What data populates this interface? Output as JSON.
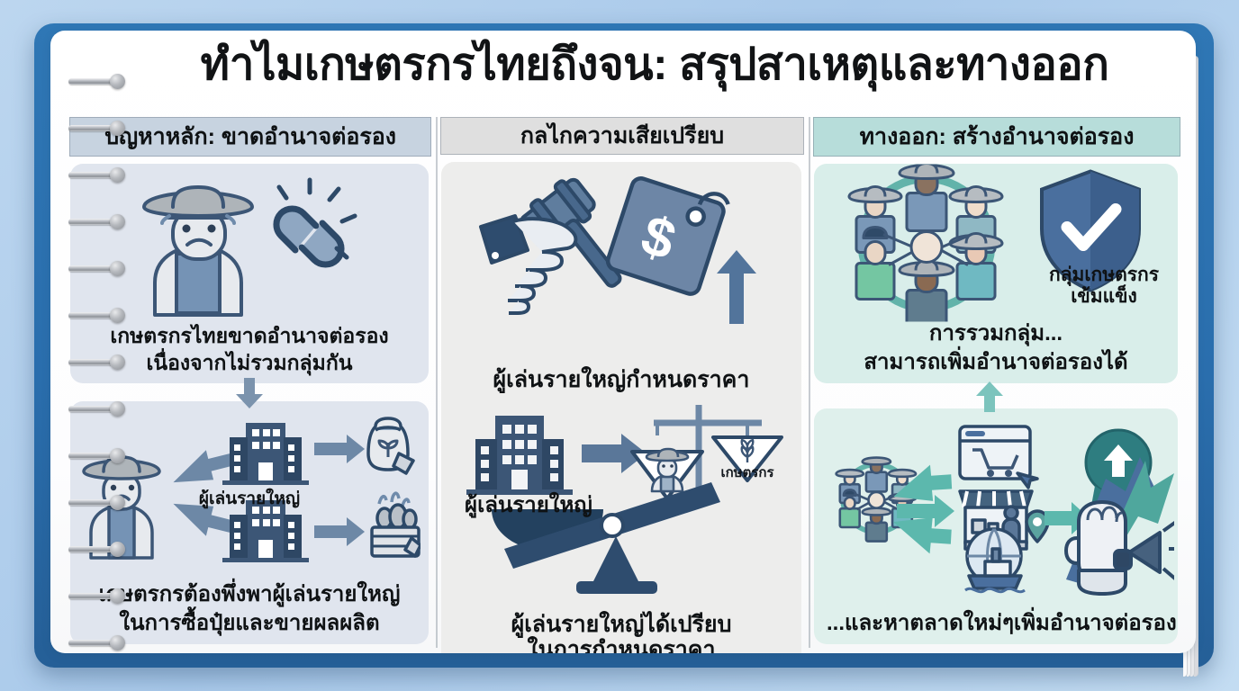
{
  "title": "ทำไมเกษตรกรไทยถึงจน: สรุปสาเหตุและทางออก",
  "columns": [
    {
      "id": "problem",
      "header": "ปัญหาหลัก: ขาดอำนาจต่อรอง",
      "header_color": "#c7d3e0",
      "cards": [
        {
          "id": "no-bargaining-power",
          "caption_line1": "เกษตรกรไทยขาดอำนาจต่อรอง",
          "caption_line2": "เนื่องจากไม่รวมกลุ่มกัน",
          "icons": [
            "sad-farmer-icon",
            "broken-chain-icon"
          ],
          "bg": "#e0e5ee"
        },
        {
          "id": "dependency-on-big-players",
          "caption_line1": "เกษตรกรต้องพึ่งพาผู้เล่นรายใหญ่",
          "caption_line2": "ในการซื้อปุ๋ยและขายผลผลิต",
          "inline_label": "ผู้เล่นรายใหญ่",
          "icons": [
            "farmer-icon",
            "arrow-icon",
            "corporate-building-icon",
            "fertilizer-bag-icon",
            "produce-crate-icon"
          ],
          "bg": "#e0e5ee"
        }
      ],
      "connector": "down-arrow-icon"
    },
    {
      "id": "mechanism",
      "header": "กลไกความเสียเปรียบ",
      "header_color": "#dfdfdf",
      "cards": [
        {
          "id": "price-setting",
          "caption_line1": "ผู้เล่นรายใหญ่กำหนดราคา",
          "caption_line2": "",
          "icons": [
            "gavel-in-hand-icon",
            "price-tag-dollar-icon",
            "up-arrow-icon"
          ],
          "bg": "#ededec"
        },
        {
          "id": "unfair-balance",
          "caption_line1": "ผู้เล่นรายใหญ่ได้เปรียบ",
          "caption_line2": "ในการกำหนดราคา",
          "inline_label": "ผู้เล่นรายใหญ่",
          "scale_label": "เกษตรกร",
          "icons": [
            "corporate-building-icon",
            "arrow-icon",
            "unbalanced-scale-icon",
            "farmer-icon",
            "wheat-icon"
          ],
          "bg": "#ededec"
        }
      ],
      "connector": ""
    },
    {
      "id": "solution",
      "header": "ทางออก: สร้างอำนาจต่อรอง",
      "header_color": "#b7ddda",
      "cards": [
        {
          "id": "strong-farmer-group",
          "caption_line1": "การรวมกลุ่ม...",
          "caption_line2": "สามารถเพิ่มอำนาจต่อรองได้",
          "side_label_line1": "กลุ่มเกษตรกร",
          "side_label_line2": "เข้มแข็ง",
          "icons": [
            "farmer-group-circle-icon",
            "shield-check-icon"
          ],
          "bg": "#d9eeea"
        },
        {
          "id": "new-markets",
          "caption_line1": "...และหาตลาดใหม่ๆ",
          "caption_line2": "เพิ่มอำนาจต่อรอง",
          "icons": [
            "farmer-group-circle-icon",
            "online-shop-icon",
            "market-stall-icon",
            "global-export-icon",
            "raised-fist-icon",
            "growth-arrow-icon",
            "megaphone-icon",
            "up-arrow-badge-icon"
          ],
          "bg": "#dff0ec"
        }
      ],
      "connector": "up-arrow-icon"
    }
  ],
  "theme": {
    "cover_blue": "#2a6ead",
    "page_white": "#ffffff",
    "slate": "#3c5676",
    "slate_light": "#7b93ad",
    "teal": "#4fa79d",
    "teal_light": "#7cc4bd",
    "ink": "#0f1214"
  }
}
